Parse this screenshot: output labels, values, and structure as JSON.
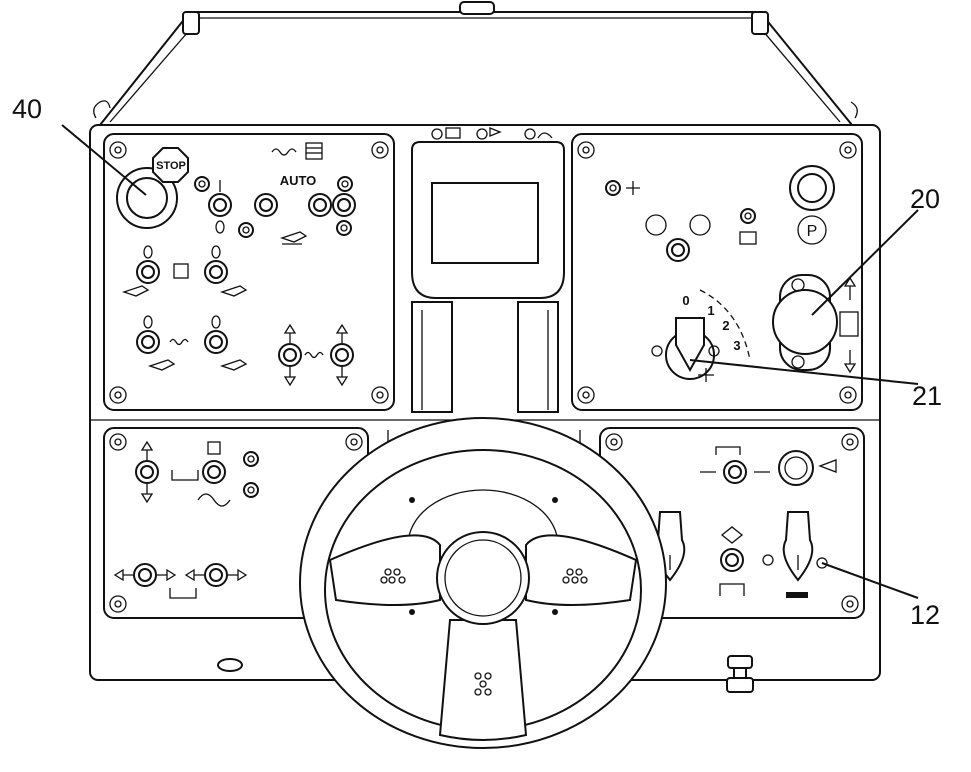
{
  "diagram": {
    "callouts": [
      {
        "id": "40",
        "label": "40",
        "target": "emergency-stop-button"
      },
      {
        "id": "20",
        "label": "20",
        "target": "round-selector-dial"
      },
      {
        "id": "21",
        "label": "21",
        "target": "ignition-key-switch"
      },
      {
        "id": "12",
        "label": "12",
        "target": "right-key-switch"
      }
    ],
    "panel_labels": {
      "stop": "STOP",
      "auto": "AUTO",
      "speed_0": "0",
      "speed_1": "1",
      "speed_2": "2",
      "speed_3": "3",
      "parking": "P"
    },
    "colors": {
      "line": "#111111",
      "background": "#ffffff"
    }
  }
}
